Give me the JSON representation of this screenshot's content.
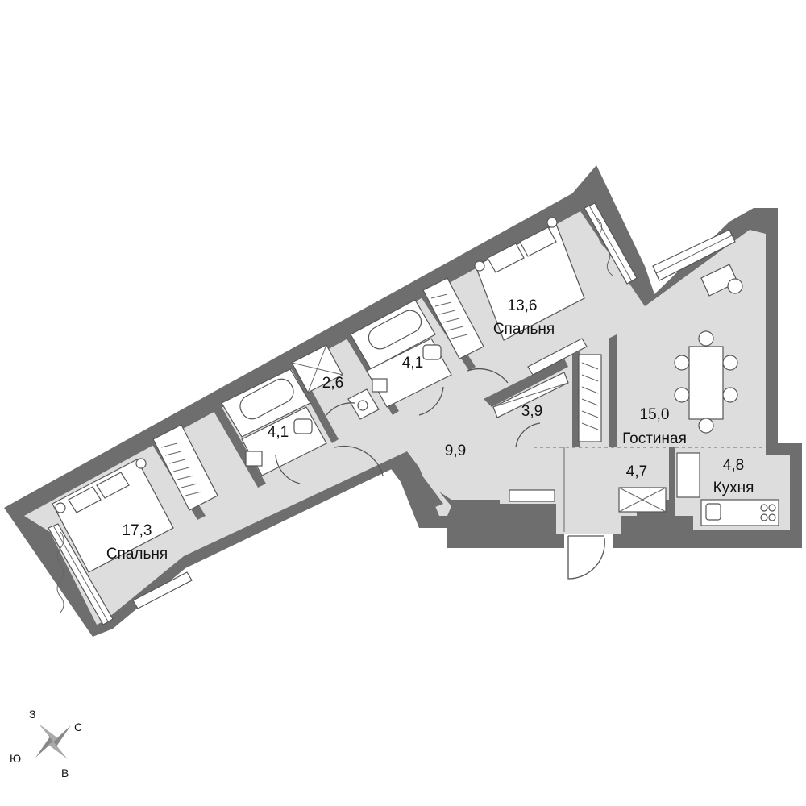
{
  "rooms": {
    "bedroom_left": {
      "area": "17,3",
      "name": "Спальня"
    },
    "bath_left": {
      "area": "4,1"
    },
    "wc_small": {
      "area": "2,6"
    },
    "bath_right": {
      "area": "4,1"
    },
    "bedroom_right": {
      "area": "13,6",
      "name": "Спальня"
    },
    "hall": {
      "area": "9,9"
    },
    "closet": {
      "area": "3,9"
    },
    "living": {
      "area": "15,0",
      "name": "Гостиная"
    },
    "entry": {
      "area": "4,7"
    },
    "kitchen": {
      "area": "4,8",
      "name": "Кухня"
    }
  },
  "compass": {
    "west": "З",
    "north": "С",
    "south": "Ю",
    "east": "В"
  },
  "colors": {
    "wall": "#6e6e6e",
    "floor": "#dddddd",
    "fixture": "#ffffff"
  }
}
